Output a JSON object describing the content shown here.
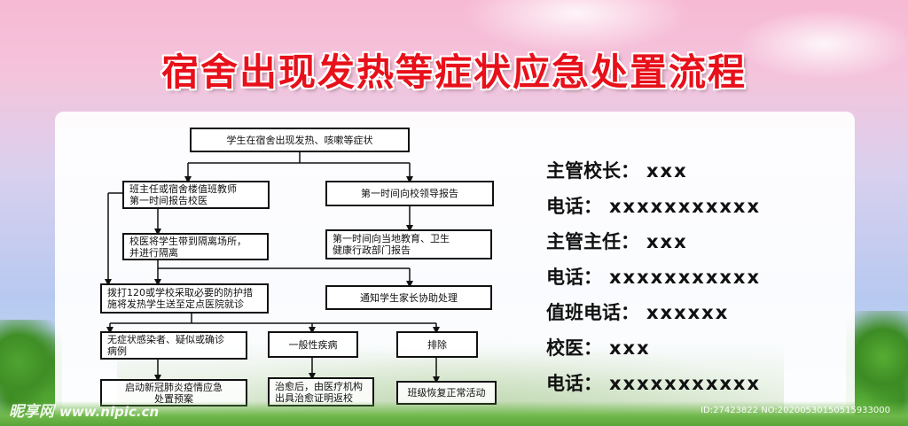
{
  "title": "宿舍出现发热等症状应急处置流程",
  "flow": {
    "start": "学生在宿舍出现发热、咳嗽等症状",
    "left1": "班主任或宿舍楼值班教师\n第一时间报告校医",
    "right1": "第一时间向校领导报告",
    "left2": "校医将学生带到隔离场所，\n并进行隔离",
    "right2": "第一时间向当地教育、卫生\n健康行政部门报告",
    "left3": "拨打120或学校采取必要的防护措\n施将发热学生送至定点医院就诊",
    "right3": "通知学生家长协助处理",
    "branch_a": "无症状感染者、疑似或确诊\n病例",
    "branch_b": "一般性疾病",
    "branch_c": "排除",
    "result_a": "启动新冠肺炎疫情应急\n处置预案",
    "result_b": "治愈后，由医疗机构\n出具治愈证明返校",
    "result_c": "班级恢复正常活动"
  },
  "contacts": [
    {
      "label": "主管校长：",
      "value": "xxx"
    },
    {
      "label": "电话：",
      "value": "xxxxxxxxxxx"
    },
    {
      "label": "主管主任：",
      "value": "xxx"
    },
    {
      "label": "电话：",
      "value": "xxxxxxxxxxx"
    },
    {
      "label": "值班电话：",
      "value": "xxxxxx"
    },
    {
      "label": "校医：",
      "value": "xxx"
    },
    {
      "label": "电话：",
      "value": "xxxxxxxxxxx"
    }
  ],
  "watermark": {
    "brand": "昵享网",
    "url": "www.nipic.cn",
    "id": "ID:27423822 NO:20200530150515933000"
  },
  "colors": {
    "title": "#e8101a",
    "stroke": "#111111"
  }
}
